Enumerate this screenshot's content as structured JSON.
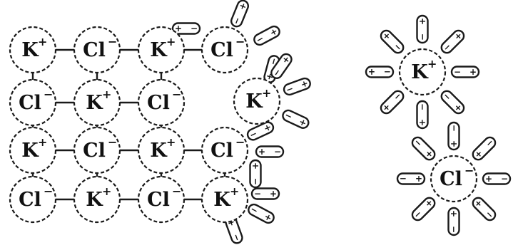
{
  "lattice": {
    "rows": [
      [
        {
          "symbol": "K",
          "charge": "+"
        },
        {
          "symbol": "Cl",
          "charge": "−"
        },
        {
          "symbol": "K",
          "charge": "+"
        },
        {
          "symbol": "Cl",
          "charge": "−"
        }
      ],
      [
        {
          "symbol": "Cl",
          "charge": "−"
        },
        {
          "symbol": "K",
          "charge": "+"
        },
        {
          "symbol": "Cl",
          "charge": "−"
        },
        null
      ],
      [
        {
          "symbol": "K",
          "charge": "+"
        },
        {
          "symbol": "Cl",
          "charge": "−"
        },
        {
          "symbol": "K",
          "charge": "+"
        },
        {
          "symbol": "Cl",
          "charge": "−"
        }
      ],
      [
        {
          "symbol": "Cl",
          "charge": "−"
        },
        {
          "symbol": "K",
          "charge": "+"
        },
        {
          "symbol": "Cl",
          "charge": "−"
        },
        {
          "symbol": "K",
          "charge": "+"
        }
      ]
    ]
  },
  "detaching_ion": {
    "symbol": "K",
    "charge": "+"
  },
  "hydrated_cation": {
    "symbol": "K",
    "charge": "+",
    "water_dipoles": 8
  },
  "hydrated_anion": {
    "symbol": "Cl",
    "charge": "−",
    "water_dipoles": 8
  },
  "dipole_signs": {
    "positive": "+",
    "negative": "−"
  }
}
